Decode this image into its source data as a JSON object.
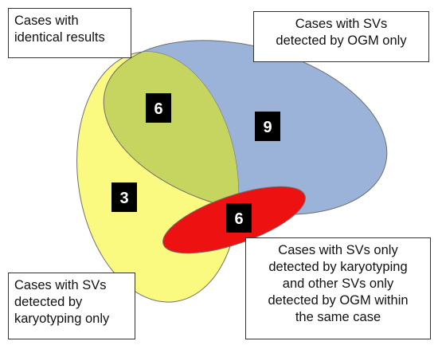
{
  "colors": {
    "background": "#ffffff",
    "karyotyping_only": "#fafa80",
    "identical": "#c6d560",
    "ogm_only": "#9bb3d9",
    "both_same_case": "#ee1111",
    "count_box": "#000000",
    "count_text": "#ffffff",
    "outline": "#6e6e6e"
  },
  "regions": {
    "identical": {
      "count": "6"
    },
    "ogm_only": {
      "count": "9"
    },
    "karyotyping_only": {
      "count": "3"
    },
    "both_same_case": {
      "count": "6"
    }
  },
  "labels": {
    "identical": [
      "Cases with",
      "identical results"
    ],
    "ogm_only": [
      "Cases with SVs",
      "detected by OGM only"
    ],
    "karyotyping_only": [
      "Cases with SVs",
      "detected by",
      "karyotyping only"
    ],
    "both_same_case": [
      "Cases with SVs only",
      "detected by karyotyping",
      "and other SVs only",
      "detected by OGM within",
      "the same case"
    ]
  }
}
